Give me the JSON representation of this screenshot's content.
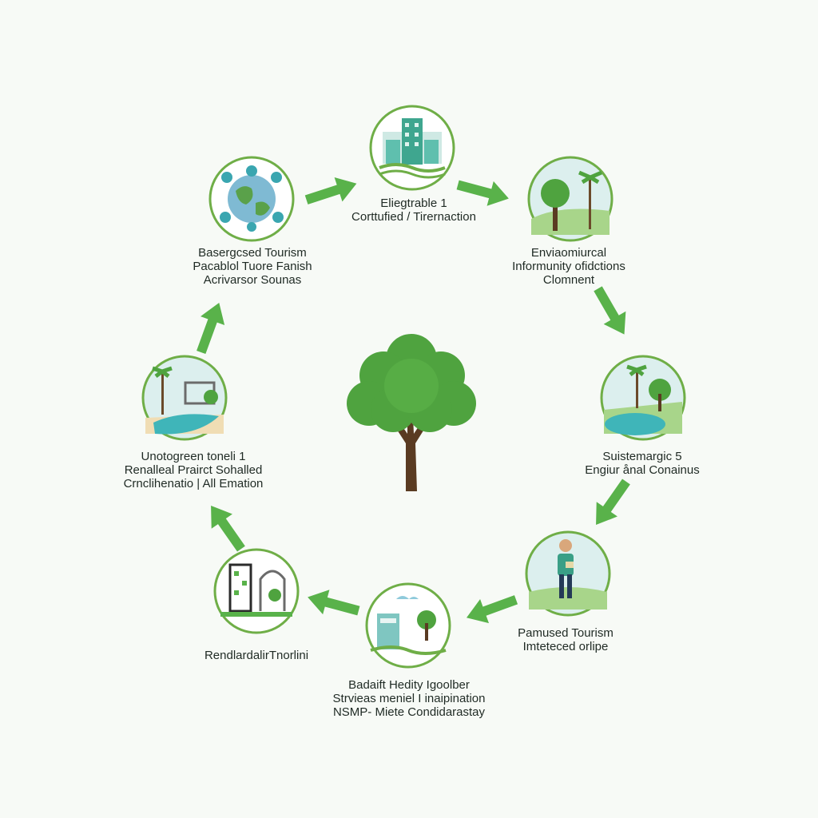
{
  "palette": {
    "ring": "#6fae47",
    "arrow": "#59b24a",
    "tree_leaf": "#4fa33f",
    "trunk": "#5a3b22",
    "sky": "#dcefee",
    "water": "#3fb5b9",
    "text": "#1f2a24"
  },
  "center": {
    "icon": "tree-icon"
  },
  "nodes": [
    {
      "id": "global",
      "icon": "globe-icon",
      "lines": [
        "Basergcsed Tourism",
        "Pacablol Tuore Fanish",
        "Acrivarsor Sounas"
      ]
    },
    {
      "id": "building",
      "icon": "building-icon",
      "lines": [
        "Eliegtrable 1",
        "Corttufied / Tirernaction"
      ]
    },
    {
      "id": "forest",
      "icon": "forest-icon",
      "lines": [
        "Enviaomiurcal",
        "Informunity ofidctions",
        "Clomnent"
      ]
    },
    {
      "id": "lake",
      "icon": "lake-icon",
      "lines": [
        "Suistemargic 5",
        "Engiur ånal Conainus"
      ]
    },
    {
      "id": "person",
      "icon": "person-icon",
      "lines": [
        "Pamused Tourism",
        "Imteteced orlipe"
      ]
    },
    {
      "id": "city",
      "icon": "city-icon",
      "lines": [
        "Badaift Hedity Igoolber",
        "Strvieas meniel I inaipination",
        "NSMP- Miete Condidarastay"
      ]
    },
    {
      "id": "infrastructure",
      "icon": "infrastructure-icon",
      "lines": [
        "RendlardalirTnorlini"
      ]
    },
    {
      "id": "resort",
      "icon": "resort-icon",
      "lines": [
        "Unotogreen toneli 1",
        "Renalleal Prairct Sohalled",
        "Crnclihenatio | All Emation"
      ]
    }
  ]
}
